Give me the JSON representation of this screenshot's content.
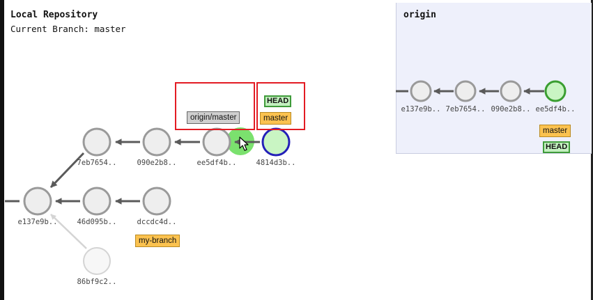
{
  "local": {
    "title": "Local Repository",
    "current_branch": "Current Branch: master"
  },
  "origin": {
    "title": "origin"
  },
  "colors": {
    "node_fill": "#eeeeee",
    "node_stroke": "#9a9a9a",
    "node_fill_faded": "#f7f7f7",
    "node_stroke_faded": "#d4d4d4",
    "head_fill": "#c9f5c3",
    "head_stroke_local": "#2420b8",
    "head_stroke_origin": "#3a9e31",
    "arrow": "#5a5a5a",
    "arrow_faded": "#d4d4d4",
    "highlight": "#e31b23",
    "branch_tag": "#fbc24f",
    "remote_tag": "#cfcfcf",
    "origin_panel": "#eef0fb"
  },
  "local_commits": [
    {
      "id": "e137e9b..",
      "role": "root"
    },
    {
      "id": "7eb7654..",
      "role": "normal"
    },
    {
      "id": "090e2b8..",
      "role": "normal"
    },
    {
      "id": "ee5df4b..",
      "role": "normal"
    },
    {
      "id": "4814d3b..",
      "role": "head"
    },
    {
      "id": "46d095b..",
      "role": "normal"
    },
    {
      "id": "dccdc4d..",
      "role": "normal"
    },
    {
      "id": "86bf9c2..",
      "role": "faded"
    }
  ],
  "origin_commits": [
    {
      "id": "e137e9b..",
      "role": "normal"
    },
    {
      "id": "7eb7654..",
      "role": "normal"
    },
    {
      "id": "090e2b8..",
      "role": "normal"
    },
    {
      "id": "ee5df4b..",
      "role": "head"
    }
  ],
  "tags": {
    "local_remote_branch": "origin/master",
    "local_head": "HEAD",
    "local_master": "master",
    "my_branch": "my-branch",
    "origin_master": "master",
    "origin_head": "HEAD"
  },
  "icons": {
    "cursor": "cursor-arrow-icon"
  }
}
